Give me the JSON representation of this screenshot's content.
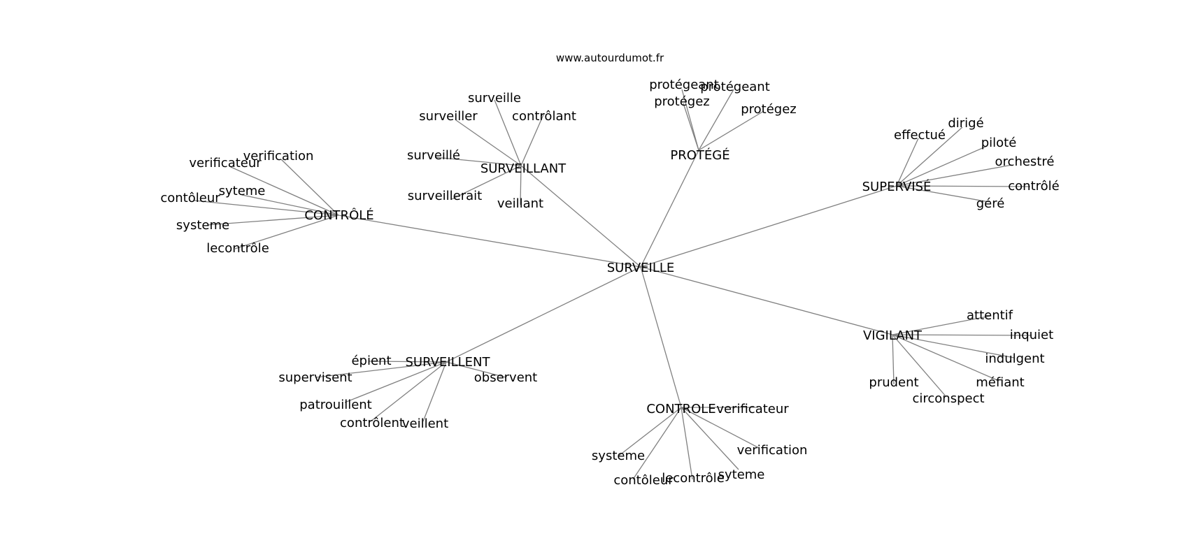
{
  "credit": "www.autourdumot.fr",
  "colors": {
    "edge": "#808080",
    "text": "#000000",
    "background": "#ffffff"
  },
  "graph": {
    "center": "SURVEILLE",
    "clusters": [
      {
        "label": "SURVEILLANT",
        "words": [
          "surveille",
          "surveiller",
          "contrôlant",
          "surveillé",
          "surveillerait",
          "veillant"
        ]
      },
      {
        "label": "PROTÉGÉ",
        "words": [
          "protégeant",
          "protégeant",
          "protégez",
          "protégez"
        ]
      },
      {
        "label": "SUPERVISÉ",
        "words": [
          "effectué",
          "dirigé",
          "piloté",
          "orchestré",
          "contrôlé",
          "géré"
        ]
      },
      {
        "label": "CONTRÔLÉ",
        "words": [
          "verificateur",
          "verification",
          "syteme",
          "contôleur",
          "systeme",
          "lecontrôle"
        ]
      },
      {
        "label": "VIGILANT",
        "words": [
          "attentif",
          "inquiet",
          "indulgent",
          "méfiant",
          "prudent",
          "circonspect"
        ]
      },
      {
        "label": "SURVEILLENT",
        "words": [
          "épient",
          "supervisent",
          "observent",
          "patrouillent",
          "contrôlent",
          "veillent"
        ]
      },
      {
        "label": "CONTROLE",
        "words": [
          "verificateur",
          "verification",
          "systeme",
          "contôleur",
          "lecontrôle",
          "syteme"
        ]
      }
    ]
  }
}
